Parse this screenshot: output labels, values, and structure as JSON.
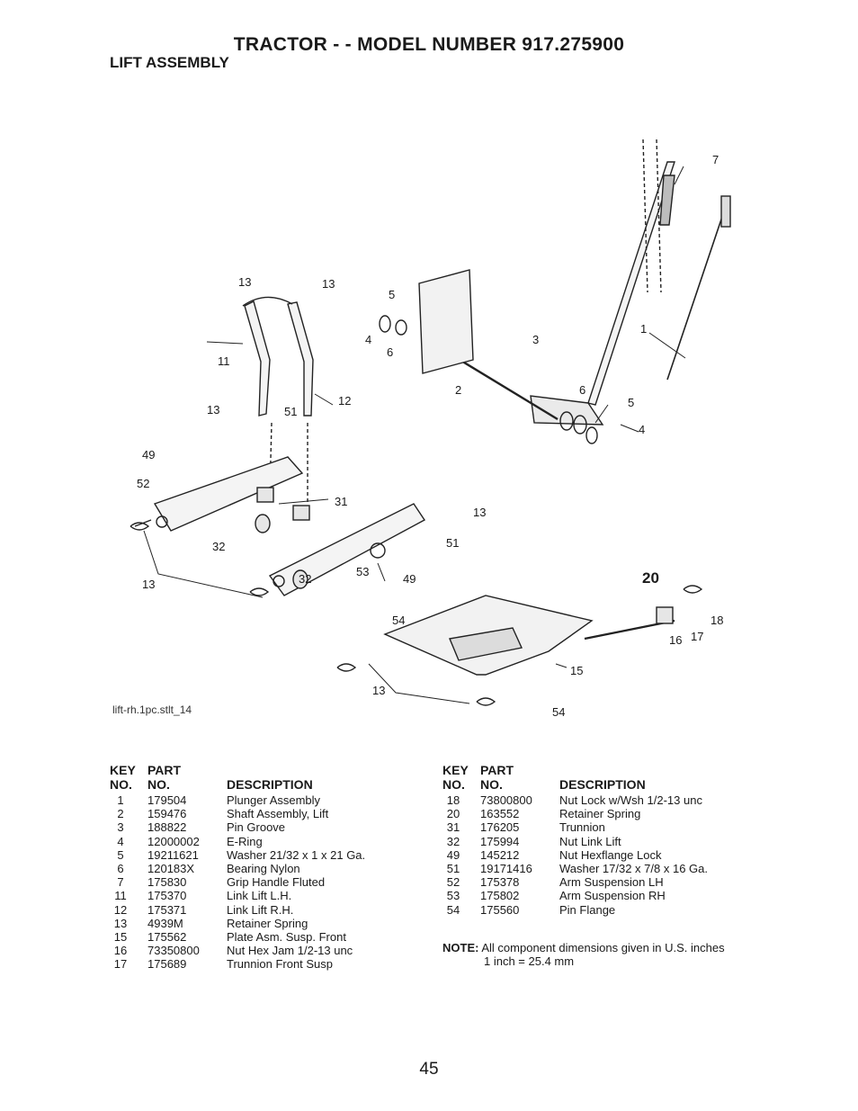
{
  "header": {
    "title": "TRACTOR - - MODEL NUMBER 917.275900",
    "subtitle": "LIFT ASSEMBLY"
  },
  "diagram": {
    "caption": "lift-rh.1pc.stlt_14",
    "callouts": [
      "7",
      "1",
      "13",
      "13",
      "5",
      "4",
      "6",
      "3",
      "11",
      "2",
      "6",
      "5",
      "4",
      "13",
      "51",
      "12",
      "49",
      "52",
      "31",
      "13",
      "32",
      "51",
      "53",
      "49",
      "32",
      "13",
      "20",
      "54",
      "18",
      "16",
      "17",
      "15",
      "13",
      "54"
    ]
  },
  "table_headers": {
    "key": "KEY",
    "no": "NO.",
    "part": "PART",
    "part_no": "NO.",
    "description": "DESCRIPTION"
  },
  "parts_left": [
    {
      "key": "1",
      "part": "179504",
      "desc": "Plunger Assembly"
    },
    {
      "key": "2",
      "part": "159476",
      "desc": "Shaft Assembly, Lift"
    },
    {
      "key": "3",
      "part": "188822",
      "desc": "Pin Groove"
    },
    {
      "key": "4",
      "part": "12000002",
      "desc": "E-Ring"
    },
    {
      "key": "5",
      "part": "19211621",
      "desc": "Washer 21/32 x 1 x 21 Ga."
    },
    {
      "key": "6",
      "part": "120183X",
      "desc": "Bearing Nylon"
    },
    {
      "key": "7",
      "part": "175830",
      "desc": "Grip Handle Fluted"
    },
    {
      "key": "11",
      "part": "175370",
      "desc": "Link Lift L.H."
    },
    {
      "key": "12",
      "part": "175371",
      "desc": "Link Lift R.H."
    },
    {
      "key": "13",
      "part": "4939M",
      "desc": "Retainer Spring"
    },
    {
      "key": "15",
      "part": "175562",
      "desc": "Plate Asm. Susp. Front"
    },
    {
      "key": "16",
      "part": "73350800",
      "desc": "Nut Hex Jam 1/2-13 unc"
    },
    {
      "key": "17",
      "part": "175689",
      "desc": "Trunnion Front Susp"
    }
  ],
  "parts_right": [
    {
      "key": "18",
      "part": "73800800",
      "desc": "Nut Lock w/Wsh 1/2-13 unc"
    },
    {
      "key": "20",
      "part": "163552",
      "desc": "Retainer Spring"
    },
    {
      "key": "31",
      "part": "176205",
      "desc": "Trunnion"
    },
    {
      "key": "32",
      "part": "175994",
      "desc": "Nut Link Lift"
    },
    {
      "key": "49",
      "part": "145212",
      "desc": "Nut Hexflange Lock"
    },
    {
      "key": "51",
      "part": "19171416",
      "desc": "Washer 17/32 x 7/8 x 16 Ga."
    },
    {
      "key": "52",
      "part": "175378",
      "desc": "Arm Suspension LH"
    },
    {
      "key": "53",
      "part": "175802",
      "desc": "Arm Suspension RH"
    },
    {
      "key": "54",
      "part": "175560",
      "desc": "Pin Flange"
    }
  ],
  "note": {
    "label": "NOTE:",
    "text": "All component dimensions given in U.S. inches",
    "conversion": "1 inch = 25.4 mm"
  },
  "page_number": "45"
}
